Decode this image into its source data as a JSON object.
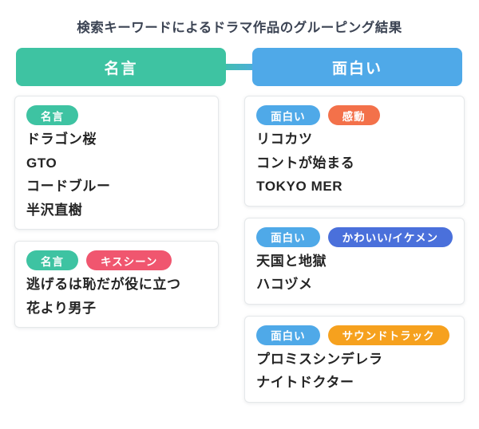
{
  "title": "検索キーワードによるドラマ作品のグルーピング結果",
  "colors": {
    "teal": "#3ec3a2",
    "blue": "#4fa9e8",
    "pink": "#f0566f",
    "orange_red": "#f3714a",
    "royal_blue": "#4a70db",
    "amber": "#f6a11e",
    "title_text": "#3c4454",
    "cutoff_sliver": "#e9f7f2"
  },
  "groups": [
    {
      "header": "名言",
      "color": "#3ec3a2",
      "cards": [
        {
          "tags": [
            {
              "label": "名言",
              "color": "#3ec3a2"
            }
          ],
          "items": [
            "ドラゴン桜",
            "GTO",
            "コードブルー",
            "半沢直樹"
          ]
        },
        {
          "tags": [
            {
              "label": "名言",
              "color": "#3ec3a2"
            },
            {
              "label": "キスシーン",
              "color": "#f0566f"
            }
          ],
          "items": [
            "逃げるは恥だが役に立つ",
            "花より男子"
          ]
        }
      ]
    },
    {
      "header": "面白い",
      "color": "#4fa9e8",
      "cards": [
        {
          "tags": [
            {
              "label": "面白い",
              "color": "#4fa9e8"
            },
            {
              "label": "感動",
              "color": "#f3714a"
            }
          ],
          "items": [
            "リコカツ",
            "コントが始まる",
            "TOKYO MER"
          ]
        },
        {
          "tags": [
            {
              "label": "面白い",
              "color": "#4fa9e8"
            },
            {
              "label": "かわいい/イケメン",
              "color": "#4a70db"
            }
          ],
          "items": [
            "天国と地獄",
            "ハコヅメ"
          ]
        },
        {
          "tags": [
            {
              "label": "面白い",
              "color": "#4fa9e8"
            },
            {
              "label": "サウンドトラック",
              "color": "#f6a11e"
            }
          ],
          "items": [
            "プロミスシンデレラ",
            "ナイトドクター"
          ]
        }
      ]
    }
  ]
}
